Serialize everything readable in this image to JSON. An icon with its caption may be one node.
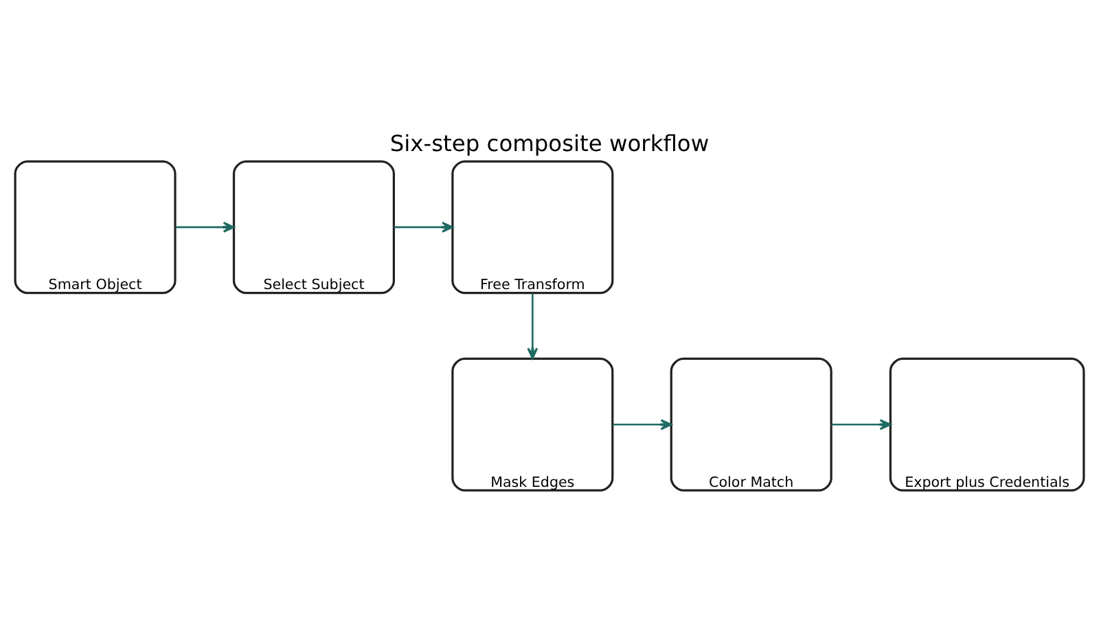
{
  "diagram": {
    "title": "Six-step composite workflow",
    "nodes": [
      {
        "text": [
          "Smart Object"
        ]
      },
      {
        "text": [
          "Select Subject"
        ]
      },
      {
        "text": [
          "Free Transform"
        ]
      },
      {
        "text": [
          "Mask Edges"
        ]
      },
      {
        "text": [
          "Color Match"
        ]
      },
      {
        "text": [
          "Export plus Credentials"
        ]
      }
    ],
    "edges": [
      {
        "from": 0,
        "to": 1,
        "arrow": "to"
      },
      {
        "from": 1,
        "to": 2,
        "arrow": "to"
      },
      {
        "from": 2,
        "to": 3,
        "arrow": "to"
      },
      {
        "from": 3,
        "to": 4,
        "arrow": "to"
      },
      {
        "from": 4,
        "to": 5,
        "arrow": "to"
      }
    ]
  }
}
